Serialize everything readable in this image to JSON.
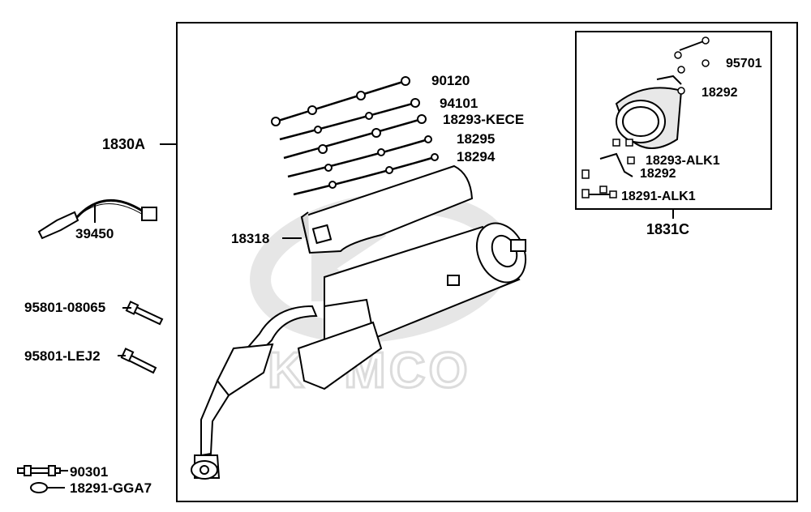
{
  "diagram": {
    "watermark": "KYMCO",
    "colors": {
      "line": "#000000",
      "watermark": "#e6e6e6",
      "part_fill": "#ffffff",
      "part_shade": "#d9d9d9"
    },
    "assemblies": {
      "main": {
        "callout": "1830A"
      },
      "cover_set": {
        "callout": "1831C"
      }
    },
    "labels": {
      "p90120": "90120",
      "p94101": "94101",
      "p18293_kece": "18293-KECE",
      "p18295": "18295",
      "p18294": "18294",
      "p18318": "18318",
      "p39450": "39450",
      "p95801_08065": "95801-08065",
      "p95801_lej2": "95801-LEJ2",
      "p90301": "90301",
      "p18291_gga7": "18291-GGA7",
      "p95701": "95701",
      "p18292_top": "18292",
      "p18293_alk1": "18293-ALK1",
      "p18292_mid": "18292",
      "p18291_alk1": "18291-ALK1"
    }
  }
}
